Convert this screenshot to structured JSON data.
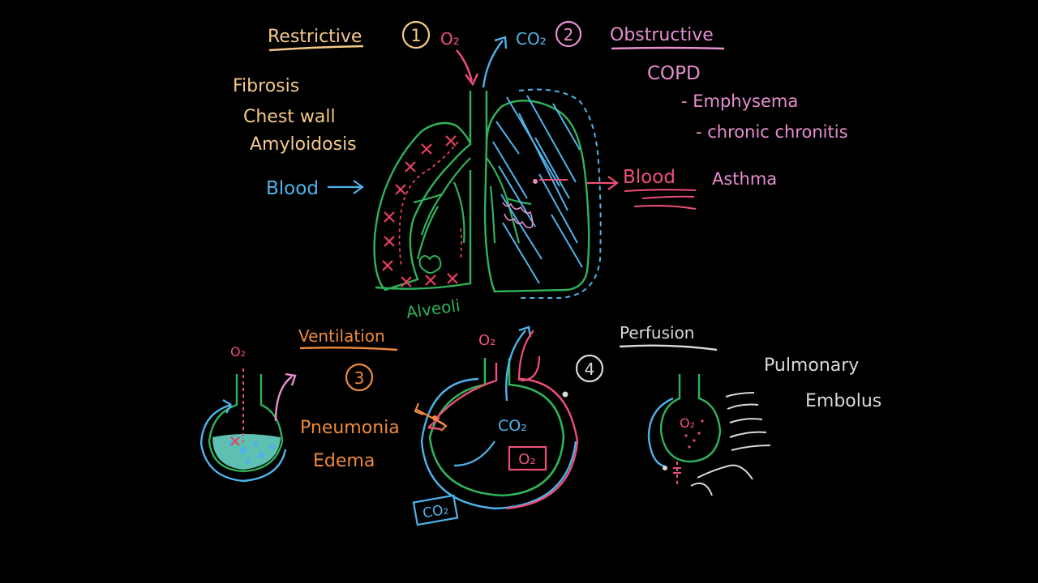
{
  "colors": {
    "background": "#000000",
    "restrictive": "#f5c98a",
    "obstructive": "#e68fcf",
    "oxygen": "#ee4f78",
    "co2": "#4fb3ea",
    "lung_outline": "#2fb35a",
    "ventilation": "#f08a3c",
    "perfusion": "#d9d9d9",
    "fluid": "#6fe0d2",
    "marker_x": "#e8405f"
  },
  "header": {
    "restrictive": "Restrictive",
    "num1": "1",
    "o2": "O₂",
    "co2": "CO₂",
    "num2": "2",
    "obstructive": "Obstructive"
  },
  "restrictive_list": [
    "Fibrosis",
    "Chest wall",
    "Amyloidosis"
  ],
  "restrictive_blood": "Blood",
  "obstructive_list": {
    "copd": "COPD",
    "emphysema": "- Emphysema",
    "bronchitis": "- chronic chronitis"
  },
  "obstructive_blood": "Blood",
  "asthma": "Asthma",
  "alveoli": "Alveoli",
  "ventilation": {
    "title": "Ventilation",
    "num": "3",
    "o2": "O₂",
    "pneumonia": "Pneumonia",
    "edema": "Edema"
  },
  "center_alveolus": {
    "o2": "O₂",
    "co2_inside": "CO₂",
    "o2_box": "O₂",
    "co2_box": "CO₂"
  },
  "perfusion": {
    "title": "Perfusion",
    "num": "4",
    "o2": "O₂",
    "pulmonary": "Pulmonary",
    "embolus": "Embolus"
  }
}
